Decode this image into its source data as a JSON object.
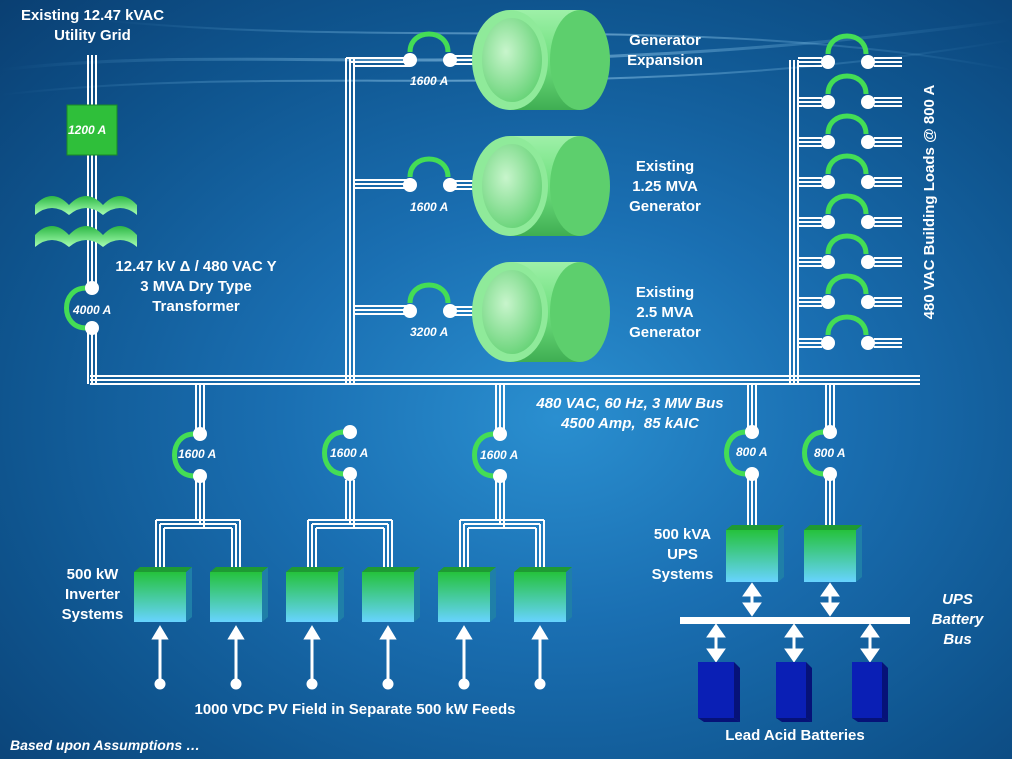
{
  "labels": {
    "utility_grid": "Existing 12.47 kVAC\nUtility Grid",
    "transformer": "12.47 kV Δ / 480 VAC Y\n3 MVA Dry Type\nTransformer",
    "gen_expansion": "Generator\nExpansion",
    "gen_125": "Existing\n1.25 MVA\nGenerator",
    "gen_25": "Existing\n2.5 MVA\nGenerator",
    "building_loads": "480 VAC Building Loads @ 800 A",
    "bus": "480 VAC, 60 Hz, 3 MW Bus\n4500 Amp,  85 kAIC",
    "inverters": "500 kW\nInverter\nSystems",
    "ups": "500 kVA\nUPS\nSystems",
    "ups_bus": "UPS\nBattery\nBus",
    "pv_field": "1000 VDC PV Field in Separate 500 kW Feeds",
    "batteries": "Lead Acid Batteries",
    "footer": "Based upon Assumptions …"
  },
  "ratings": {
    "main_fuse": "1200 A",
    "main_breaker": "4000 A",
    "gen_expansion_breaker": "1600 A",
    "gen_125_breaker": "1600 A",
    "gen_25_breaker": "3200 A",
    "inverter_breaker_1": "1600 A",
    "inverter_breaker_2": "1600 A",
    "inverter_breaker_3": "1600 A",
    "ups_breaker_1": "800 A",
    "ups_breaker_2": "800 A"
  },
  "colors": {
    "bus_line": "#ffffff",
    "breaker_arc": "#44dd55",
    "generator": "#7ee08a",
    "inverter_top": "#2fc24a",
    "inverter_bottom": "#5fd0ff",
    "battery": "#0a1fb5"
  }
}
